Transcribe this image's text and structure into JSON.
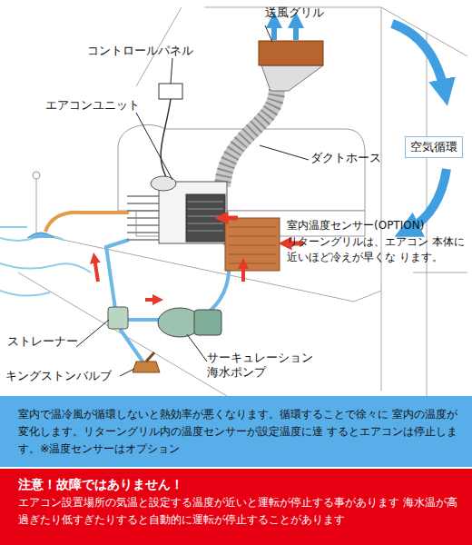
{
  "diagram": {
    "nodes": [
      {
        "text": [
          "空気循環"
        ]
      },
      {
        "text": [
          "室内で温冷風が循環しないと熱効率が悪くなります。循環することで徐々に 室内の温度が変化します。リターングリル内の温度センサーが設定温度に達 するとエアコンは停止します。※温度センサーはオプション"
        ]
      },
      {
        "text": [
          "注意！故障ではありません！",
          "エアコン設置場所の気温と設定する温度が近いと運転が停止する事があります 海水温が高過ぎたり低すぎたりすると自動的に運転が停止することがあります"
        ]
      }
    ],
    "labels": [
      "送風グリル",
      "コントロールパネル",
      "エアコンユニット",
      "ダクトホース",
      "室内温度センサー(OPTION)",
      "リターングリルは、エアコン 本体に近いほど冷えが早くな ります。",
      "ストレーナー",
      "サーキュレーション 海水ポンプ",
      "キングストンバルブ"
    ]
  }
}
